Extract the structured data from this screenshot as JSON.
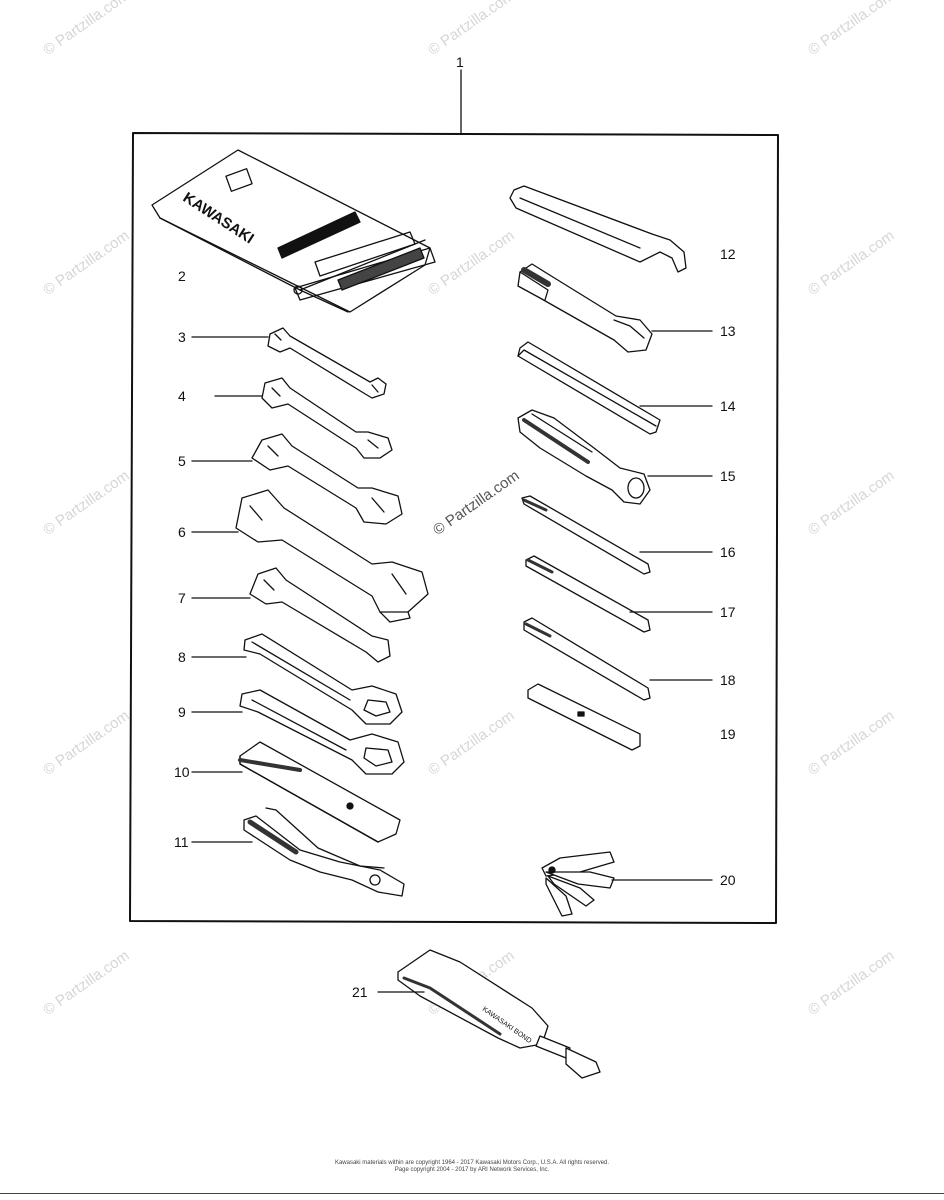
{
  "watermark": "© Partzilla.com",
  "callouts": [
    "1",
    "2",
    "3",
    "4",
    "5",
    "6",
    "7",
    "8",
    "9",
    "10",
    "11",
    "12",
    "13",
    "14",
    "15",
    "16",
    "17",
    "18",
    "19",
    "20",
    "21"
  ],
  "pouch_brand": "KAWASAKI",
  "tube_brand": "KAWASAKI BOND",
  "footer_line1": "Kawasaki materials within are copyright 1964 - 2017 Kawasaki Motors Corp., U.S.A. All rights reserved.",
  "footer_line2": "Page copyright 2004 - 2017 by ARI Network Services, Inc."
}
